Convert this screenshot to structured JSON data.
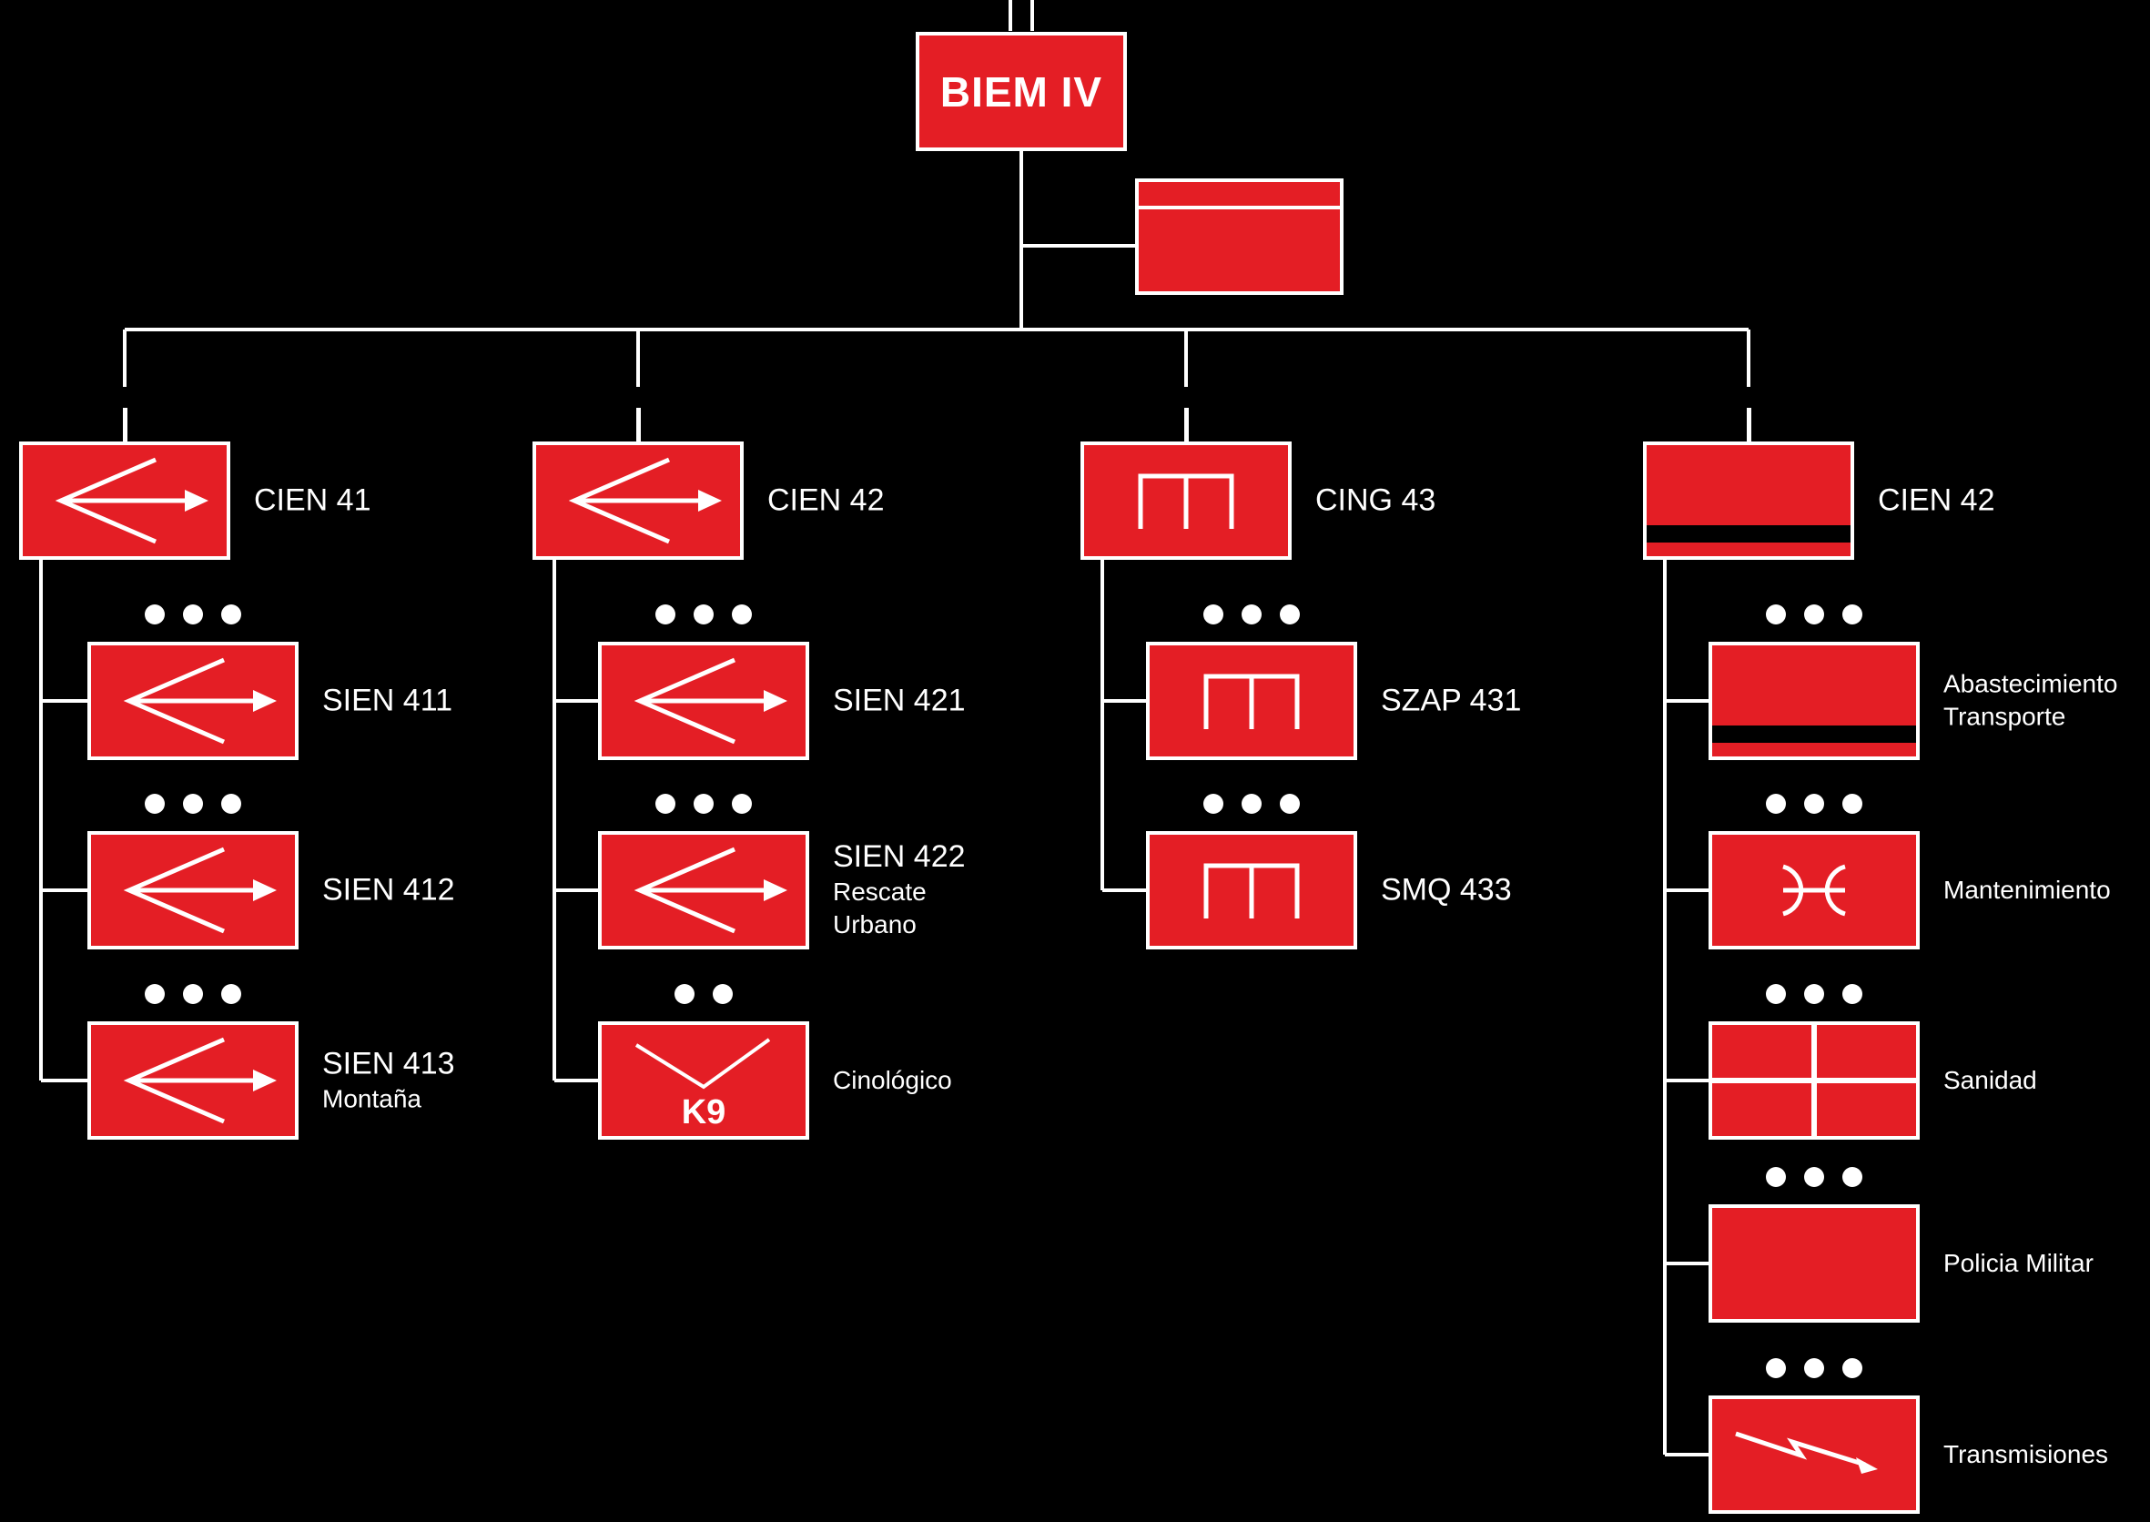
{
  "colors": {
    "background": "#000000",
    "unit_fill": "#e41e25",
    "lines": "#ffffff",
    "text": "#ffffff"
  },
  "root": {
    "label": "BIEM IV",
    "echelon": "II"
  },
  "attachment": {
    "symbol": "hq-top-bar"
  },
  "branches": [
    {
      "label": "CIEN 41",
      "echelon": "I",
      "symbol": "engineer-arrow",
      "children": [
        {
          "label": "SIEN 411",
          "sublabels": [],
          "dots": 3,
          "symbol": "engineer-arrow"
        },
        {
          "label": "SIEN 412",
          "sublabels": [],
          "dots": 3,
          "symbol": "engineer-arrow"
        },
        {
          "label": "SIEN 413",
          "sublabels": [
            "Montaña"
          ],
          "dots": 3,
          "symbol": "engineer-arrow"
        }
      ]
    },
    {
      "label": "CIEN 42",
      "echelon": "I",
      "symbol": "engineer-arrow",
      "children": [
        {
          "label": "SIEN 421",
          "sublabels": [],
          "dots": 3,
          "symbol": "engineer-arrow"
        },
        {
          "label": "SIEN 422",
          "sublabels": [
            "Rescate",
            "Urbano"
          ],
          "dots": 3,
          "symbol": "engineer-arrow"
        },
        {
          "label": "Cinológico",
          "sublabels": [],
          "dots": 2,
          "symbol": "k9",
          "symbol_text": "K9",
          "label_small": true
        }
      ]
    },
    {
      "label": "CING 43",
      "echelon": "I",
      "symbol": "bridge",
      "children": [
        {
          "label": "SZAP 431",
          "sublabels": [],
          "dots": 3,
          "symbol": "bridge"
        },
        {
          "label": "SMQ 433",
          "sublabels": [],
          "dots": 3,
          "symbol": "bridge"
        }
      ]
    },
    {
      "label": "CIEN 42",
      "echelon": "I",
      "symbol": "bottom-stripe",
      "children": [
        {
          "label": "Abastecimiento",
          "sublabels": [
            "Transporte"
          ],
          "dots": 3,
          "symbol": "bottom-stripe",
          "label_small": true
        },
        {
          "label": "Mantenimiento",
          "sublabels": [],
          "dots": 3,
          "symbol": "maintenance",
          "label_small": true
        },
        {
          "label": "Sanidad",
          "sublabels": [],
          "dots": 3,
          "symbol": "medical-cross",
          "label_small": true
        },
        {
          "label": "Policia Militar",
          "sublabels": [],
          "dots": 3,
          "symbol": "plain",
          "label_small": true
        },
        {
          "label": "Transmisiones",
          "sublabels": [],
          "dots": 3,
          "symbol": "signal-flash",
          "label_small": true
        }
      ]
    }
  ]
}
